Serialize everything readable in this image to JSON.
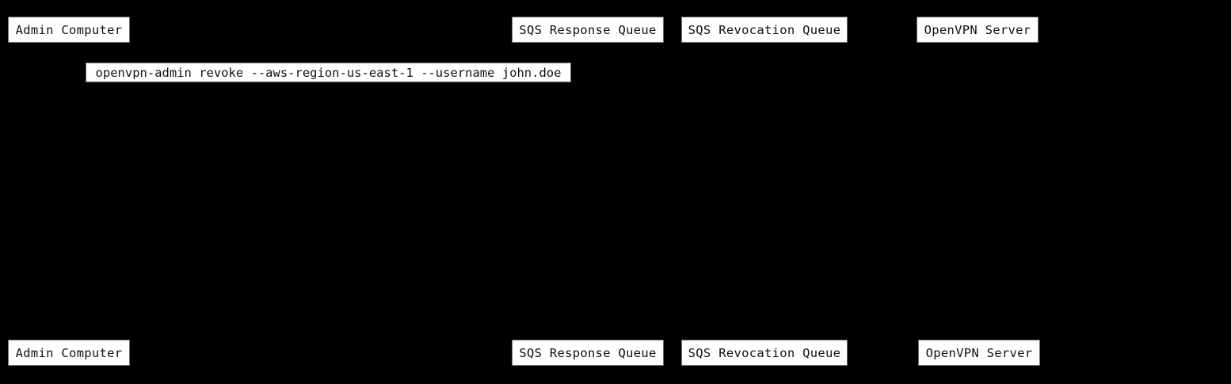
{
  "diagram_type": "sequence",
  "colors": {
    "background": "#000000",
    "box_fill": "#ffffff",
    "box_border": "#6f6f6f",
    "text": "#111111"
  },
  "participants": [
    {
      "label": "Admin Computer"
    },
    {
      "label": "SQS Response Queue"
    },
    {
      "label": "SQS Revocation Queue"
    },
    {
      "label": "OpenVPN Server"
    }
  ],
  "message": {
    "label": "openvpn-admin revoke --aws-region-us-east-1 --username john.doe"
  }
}
